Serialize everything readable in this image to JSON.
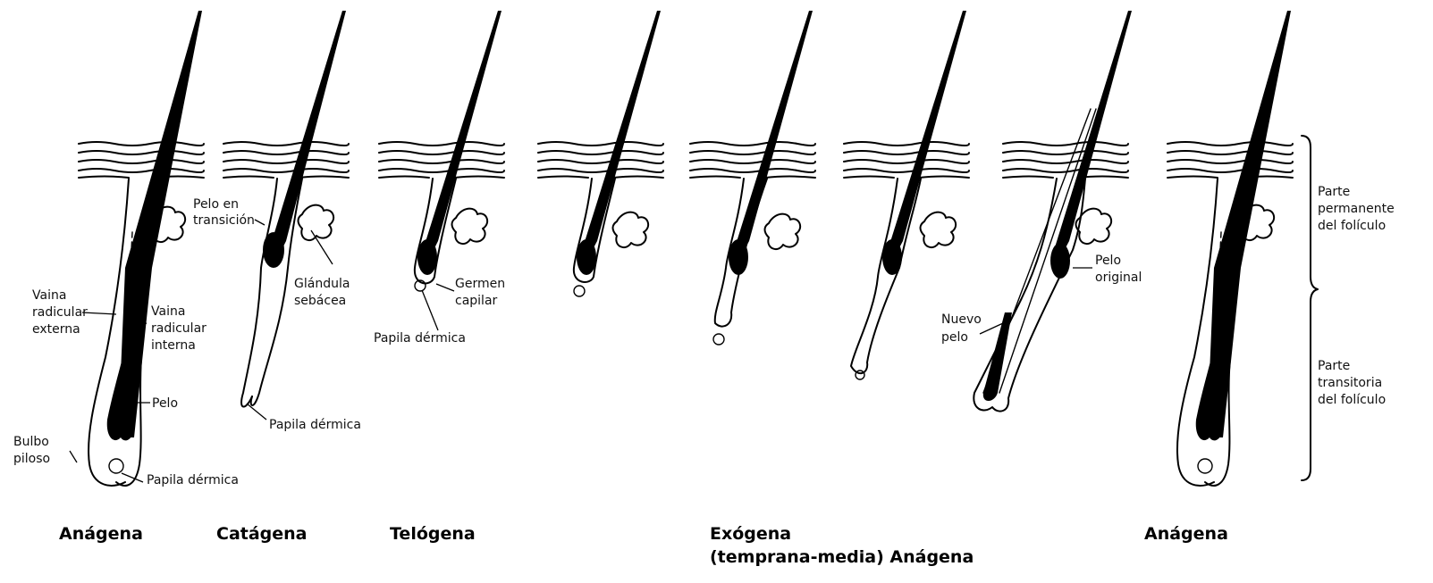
{
  "labels": {
    "pelo_en_transicion": [
      "Pelo en",
      "transición"
    ],
    "glandula_sebacea": [
      "Glándula",
      "sebácea"
    ],
    "vaina_externa": [
      "Vaina",
      "radicular",
      "externa"
    ],
    "vaina_interna": [
      "Vaina",
      "radicular",
      "interna"
    ],
    "pelo": "Pelo",
    "bulbo_piloso": [
      "Bulbo",
      "piloso"
    ],
    "papila_dermica_1": "Papila dérmica",
    "papila_dermica_2": "Papila dérmica",
    "papila_dermica_3": "Papila dérmica",
    "germen_capilar": [
      "Germen",
      "capilar"
    ],
    "pelo_original": [
      "Pelo",
      "original"
    ],
    "nuevo_pelo": [
      "Nuevo",
      "pelo"
    ],
    "parte_permanente": [
      "Parte",
      "permanente",
      "del folículo"
    ],
    "parte_transitoria": [
      "Parte",
      "transitoria",
      "del folículo"
    ]
  },
  "stages": {
    "anagena_1": "Anágena",
    "catagena": "Catágena",
    "telogena": "Telógena",
    "exogena_1": "Exógena",
    "exogena_2": "(temprana-media) Anágena",
    "anagena_2": "Anágena"
  }
}
